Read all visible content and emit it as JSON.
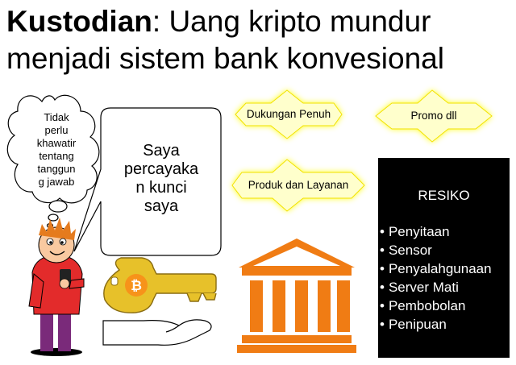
{
  "title": {
    "bold": "Kustodian",
    "rest": ": Uang kripto mundur menjadi sistem bank konvesional"
  },
  "thought_bubble": {
    "lines": [
      "Tidak",
      "perlu",
      "khawatir",
      "tentang",
      "tanggun",
      "g jawab"
    ]
  },
  "speech_bubble": {
    "lines": [
      "Saya",
      "percayaka",
      "n kunci",
      "saya"
    ]
  },
  "badges": [
    "Dukungan Penuh",
    "Promo dll",
    "Produk dan Layanan"
  ],
  "risk": {
    "title": "RESIKO",
    "items": [
      "Penyitaan",
      "Sensor",
      "Penyalahgunaan",
      "Server Mati",
      "Pembobolan",
      "Penipuan"
    ]
  },
  "icons": [
    "thought-cloud-icon",
    "person-with-phone-icon",
    "bitcoin-key-icon",
    "open-hand-icon",
    "bank-building-icon"
  ],
  "colors": {
    "badge_fill": "#ffffcc",
    "badge_glow": "#ffff00",
    "bank": "#f07c14",
    "key": "#e7c12a",
    "coin": "#f7931a",
    "risk_bg": "#000000"
  }
}
